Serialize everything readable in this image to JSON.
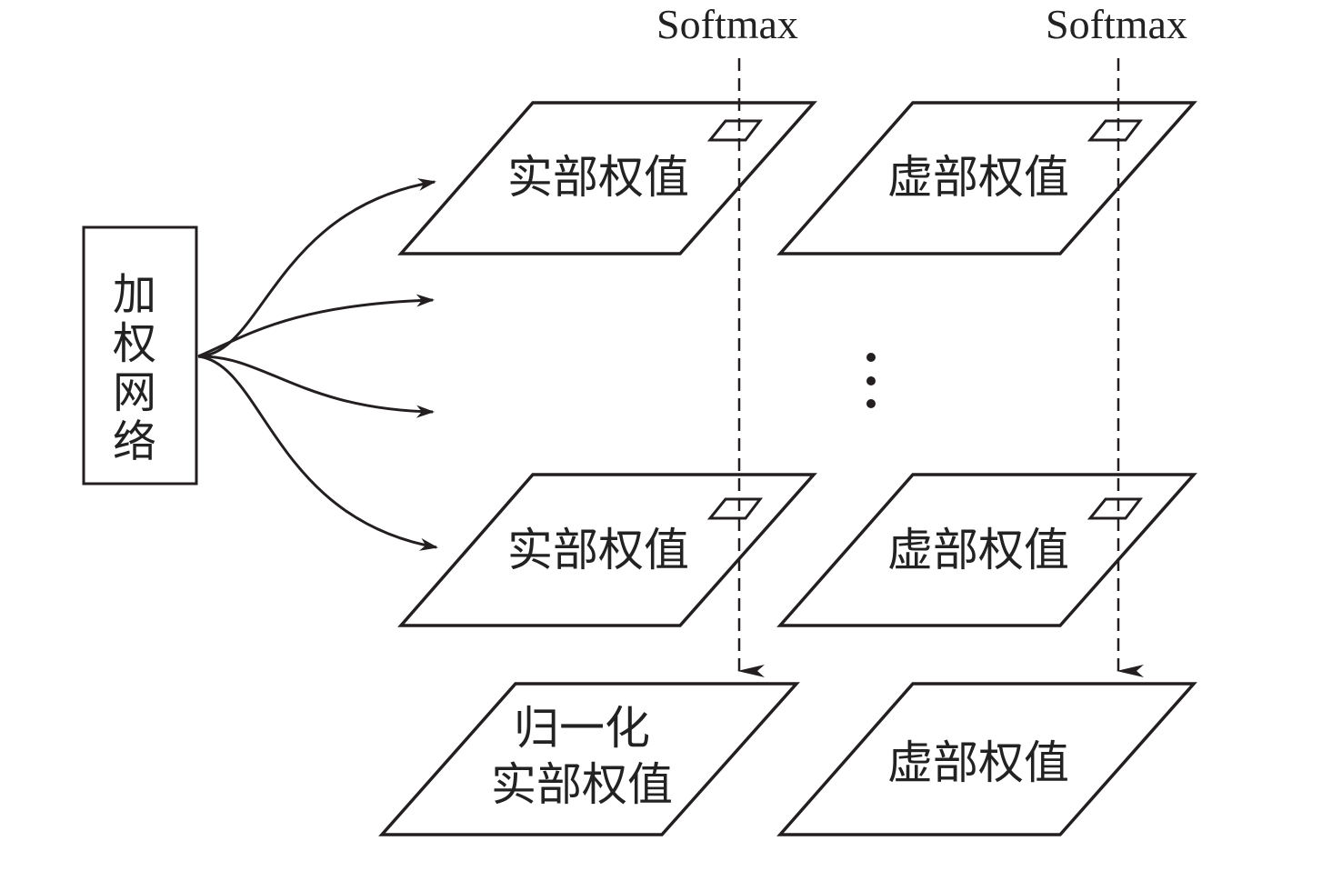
{
  "diagram": {
    "source_box": {
      "label_chars": [
        "加",
        "权",
        "网",
        "络"
      ]
    },
    "softmax_labels": [
      "Softmax",
      "Softmax"
    ],
    "columns": [
      {
        "planes": [
          {
            "label": "实部权值"
          },
          {
            "label": "实部权值"
          }
        ],
        "output": {
          "label_line1": "归一化",
          "label_line2": "实部权值"
        }
      },
      {
        "planes": [
          {
            "label": "虚部权值"
          },
          {
            "label": "虚部权值"
          }
        ],
        "output": {
          "label_line1": "",
          "label_line2": "虚部权值"
        }
      }
    ],
    "ellipsis": "⋮",
    "colors": {
      "stroke": "#231f20",
      "background": "#ffffff"
    }
  }
}
